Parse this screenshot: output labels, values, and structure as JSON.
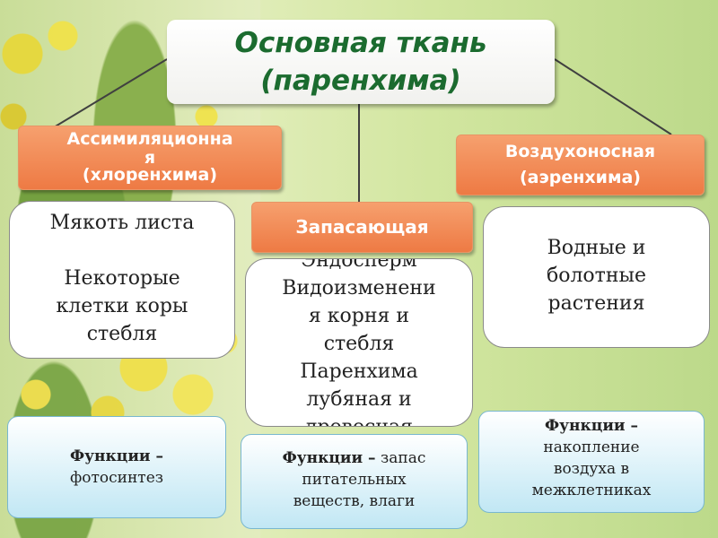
{
  "title": {
    "line1": "Основная ткань",
    "line2": "(паренхима)"
  },
  "categories": [
    {
      "line1": "Ассимиляционна",
      "line2": "я",
      "line3": "(хлоренхима)"
    },
    {
      "line1": "Запасающая"
    },
    {
      "line1": "Воздухоносная",
      "line2": "(аэренхима)"
    }
  ],
  "examples": [
    {
      "lines": [
        "Мякоть листа",
        "",
        "Некоторые",
        "клетки коры",
        "стебля"
      ]
    },
    {
      "lines": [
        "Эндосперм",
        "Видоизменени",
        "я корня и",
        "стебля",
        "Паренхима",
        "лубяная и",
        "древесная"
      ]
    },
    {
      "lines": [
        "Водные и",
        "болотные",
        "растения"
      ]
    }
  ],
  "functions": [
    {
      "label": "Функции –",
      "lines": [
        "фотосинтез"
      ]
    },
    {
      "label": "Функции –",
      "inline": " запас",
      "lines": [
        "питательных",
        "веществ, влаги"
      ]
    },
    {
      "label": "Функции –",
      "lines": [
        "накопление",
        "воздуха в",
        "межклетниках"
      ]
    }
  ],
  "colors": {
    "title_text": "#1b6b2f",
    "category_fill": "#ee7a44",
    "function_fill": "#c1e7f4"
  }
}
